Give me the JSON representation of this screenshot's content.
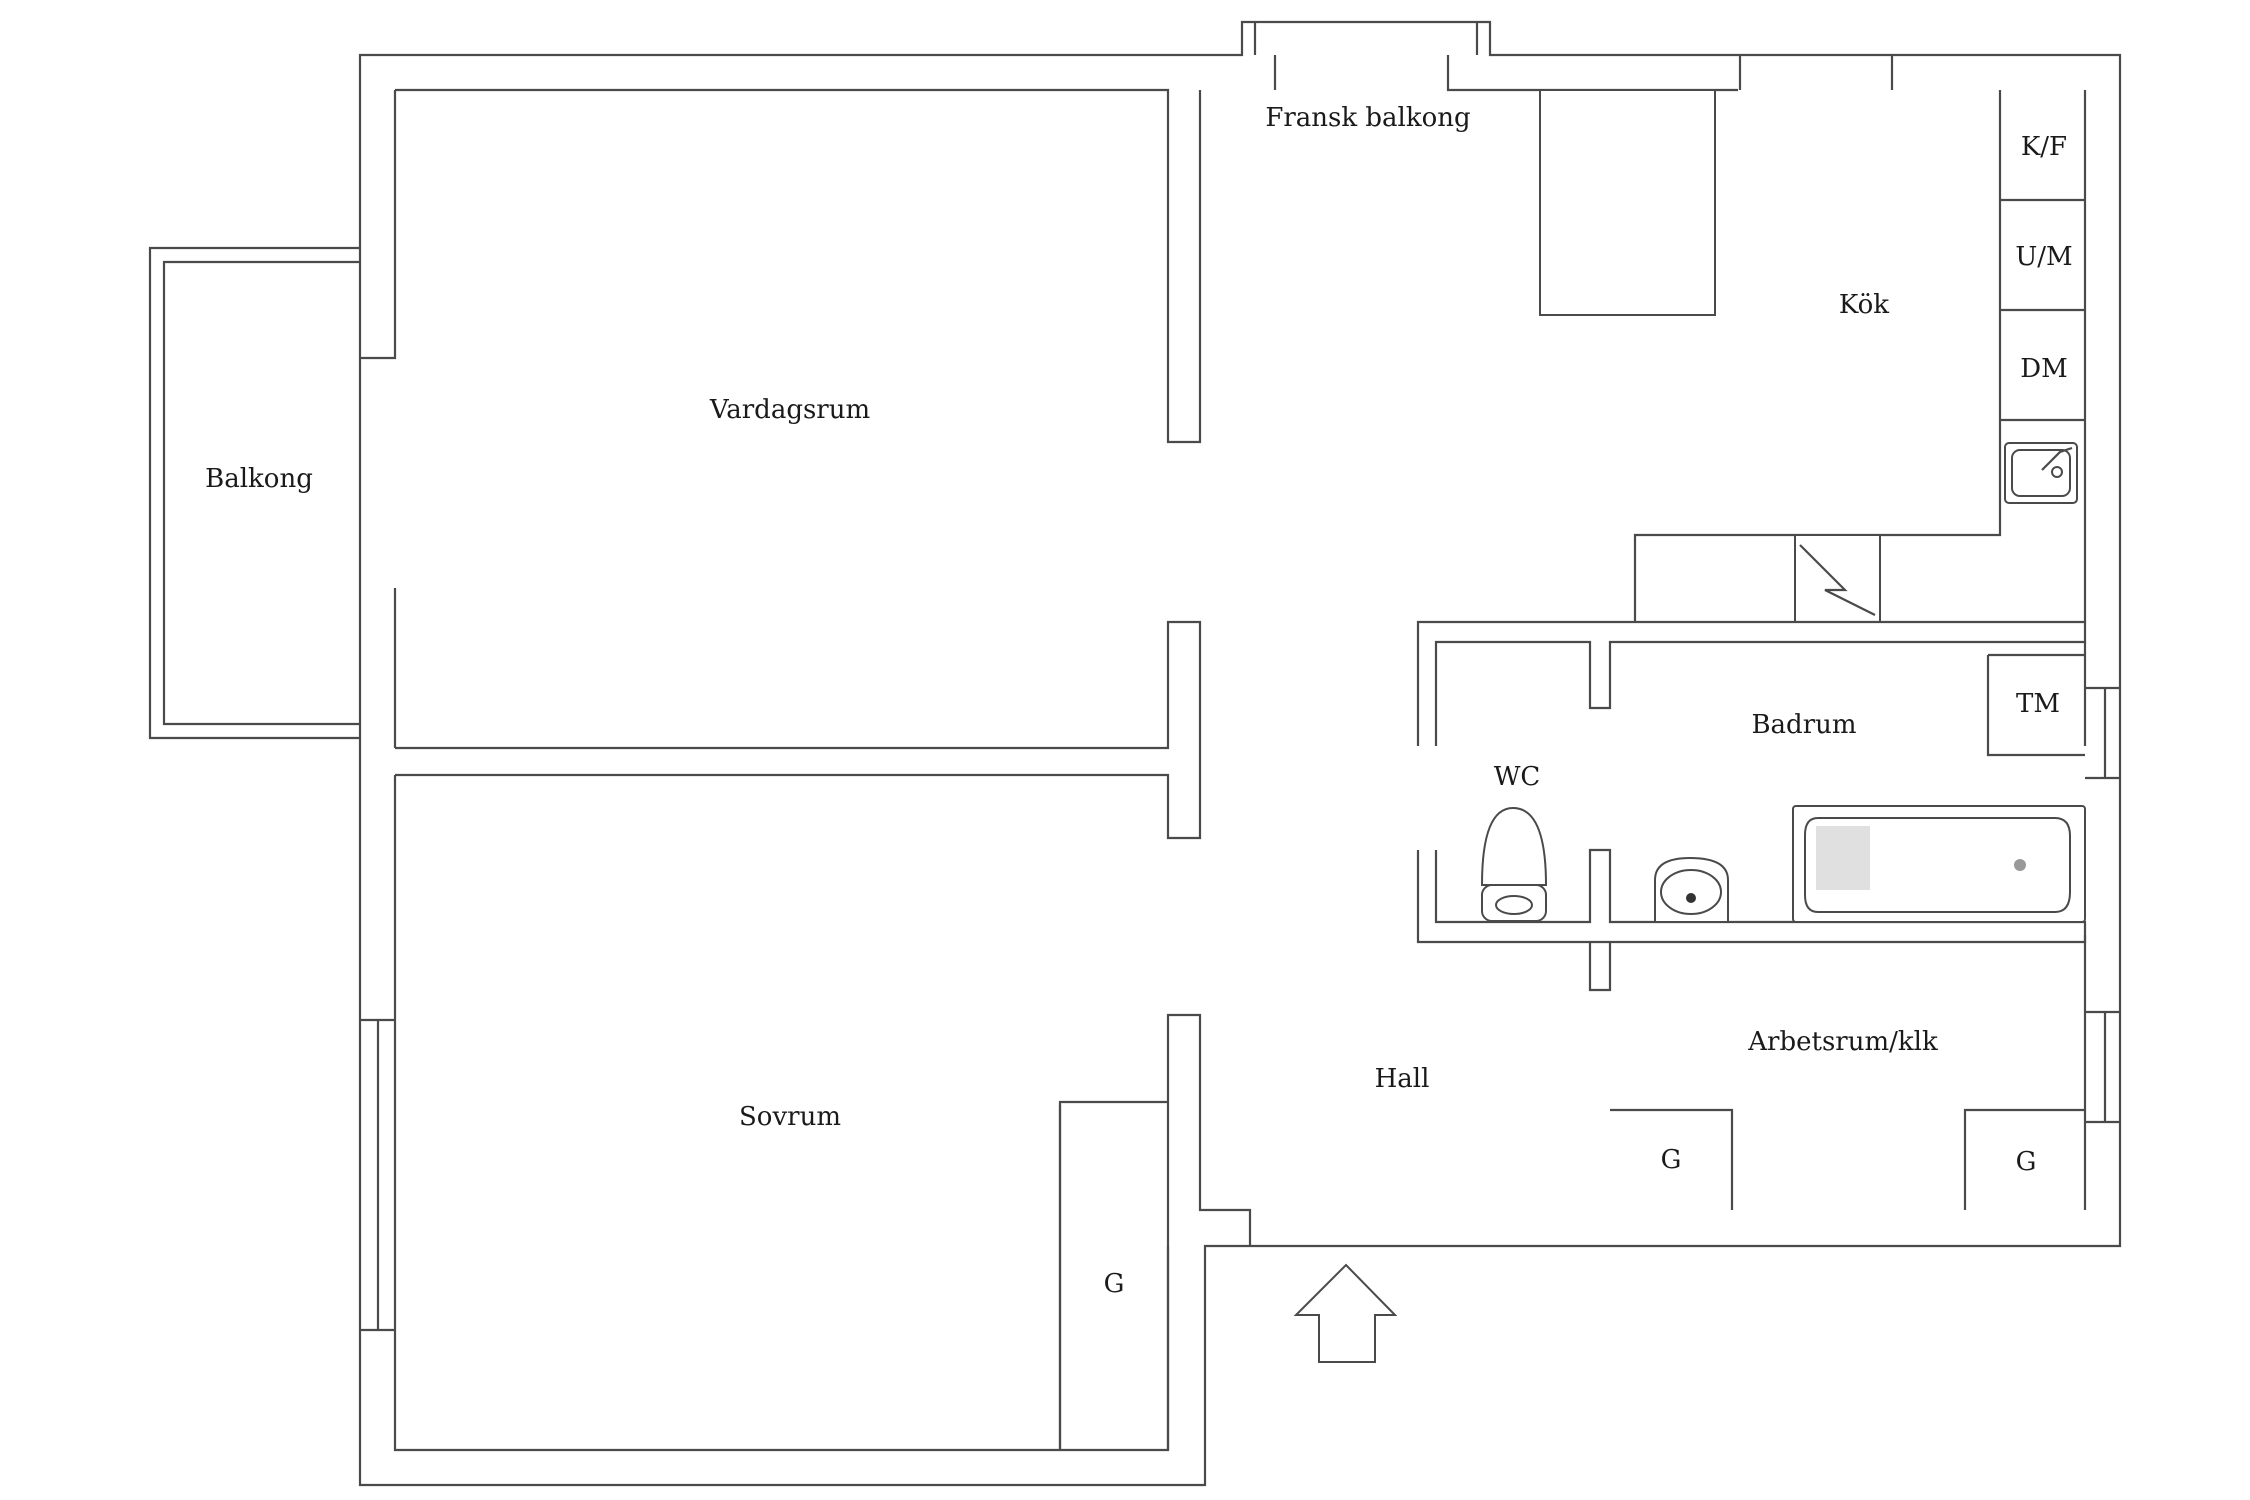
{
  "rooms": {
    "fransk_balkong": "Fransk balkong",
    "vardagsrum": "Vardagsrum",
    "balkong": "Balkong",
    "kok": "Kök",
    "badrum": "Badrum",
    "wc": "WC",
    "hall": "Hall",
    "sovrum": "Sovrum",
    "arbetsrum": "Arbetsrum/klk"
  },
  "fixtures": {
    "kf": "K/F",
    "um": "U/M",
    "dm": "DM",
    "tm": "TM",
    "wardrobe": "G"
  }
}
